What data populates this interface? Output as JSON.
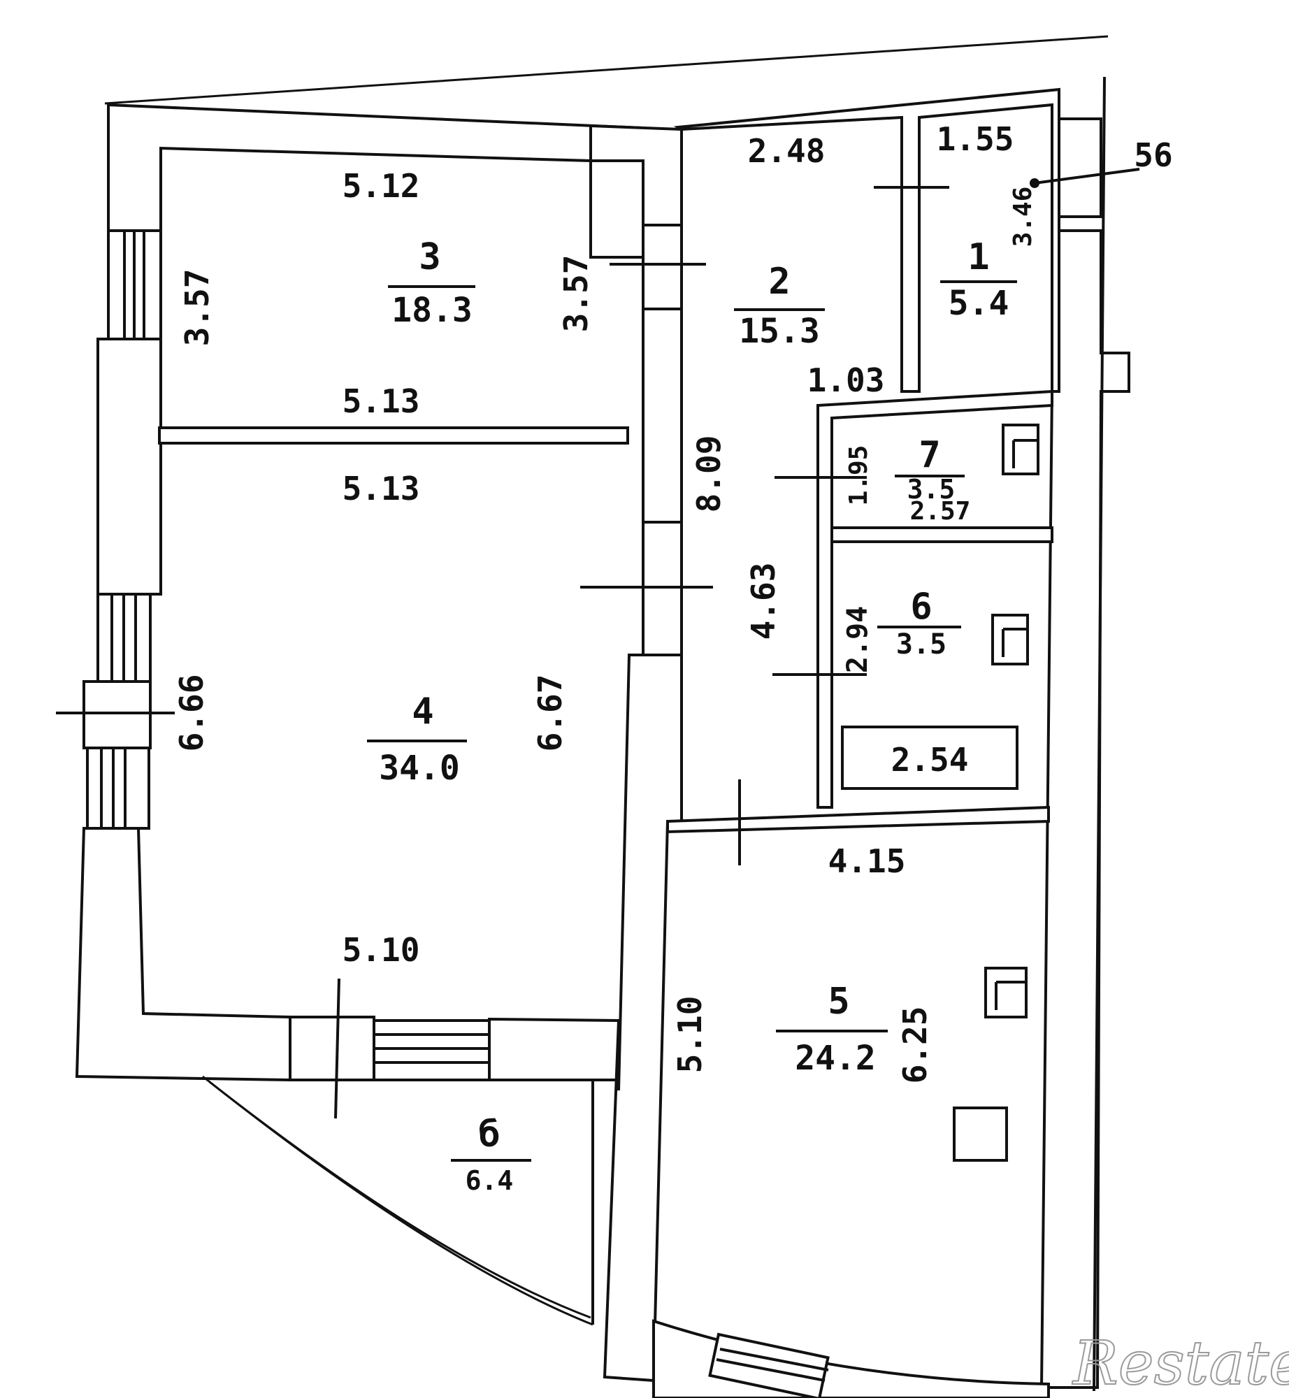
{
  "rooms": {
    "room_1": {
      "number": "1",
      "area": "5.4"
    },
    "room_2": {
      "number": "2",
      "area": "15.3"
    },
    "room_3": {
      "number": "3",
      "area": "18.3"
    },
    "room_4": {
      "number": "4",
      "area": "34.0"
    },
    "room_5": {
      "number": "5",
      "area": "24.2"
    },
    "room_6": {
      "number": "6",
      "area": "3.5"
    },
    "room_7": {
      "number": "7",
      "area": "3.5"
    },
    "balcony": {
      "number": "б",
      "area": "6.4"
    }
  },
  "dimensions": {
    "d_5_12": "5.12",
    "d_3_57_left": "3.57",
    "d_3_57_right": "3.57",
    "d_5_13_a": "5.13",
    "d_5_13_b": "5.13",
    "d_6_66": "6.66",
    "d_6_67": "6.67",
    "d_5_10_bottom": "5.10",
    "d_2_48": "2.48",
    "d_1_55": "1.55",
    "d_3_46": "3.46",
    "d_1_03": "1.03",
    "d_8_09": "8.09",
    "d_1_95": "1.95",
    "d_2_57": "2.57",
    "d_4_63": "4.63",
    "d_2_94": "2.94",
    "d_2_54": "2.54",
    "d_4_15": "4.15",
    "d_5_10_right": "5.10",
    "d_6_25": "6.25",
    "d_56": "56"
  },
  "watermark": "Restate"
}
